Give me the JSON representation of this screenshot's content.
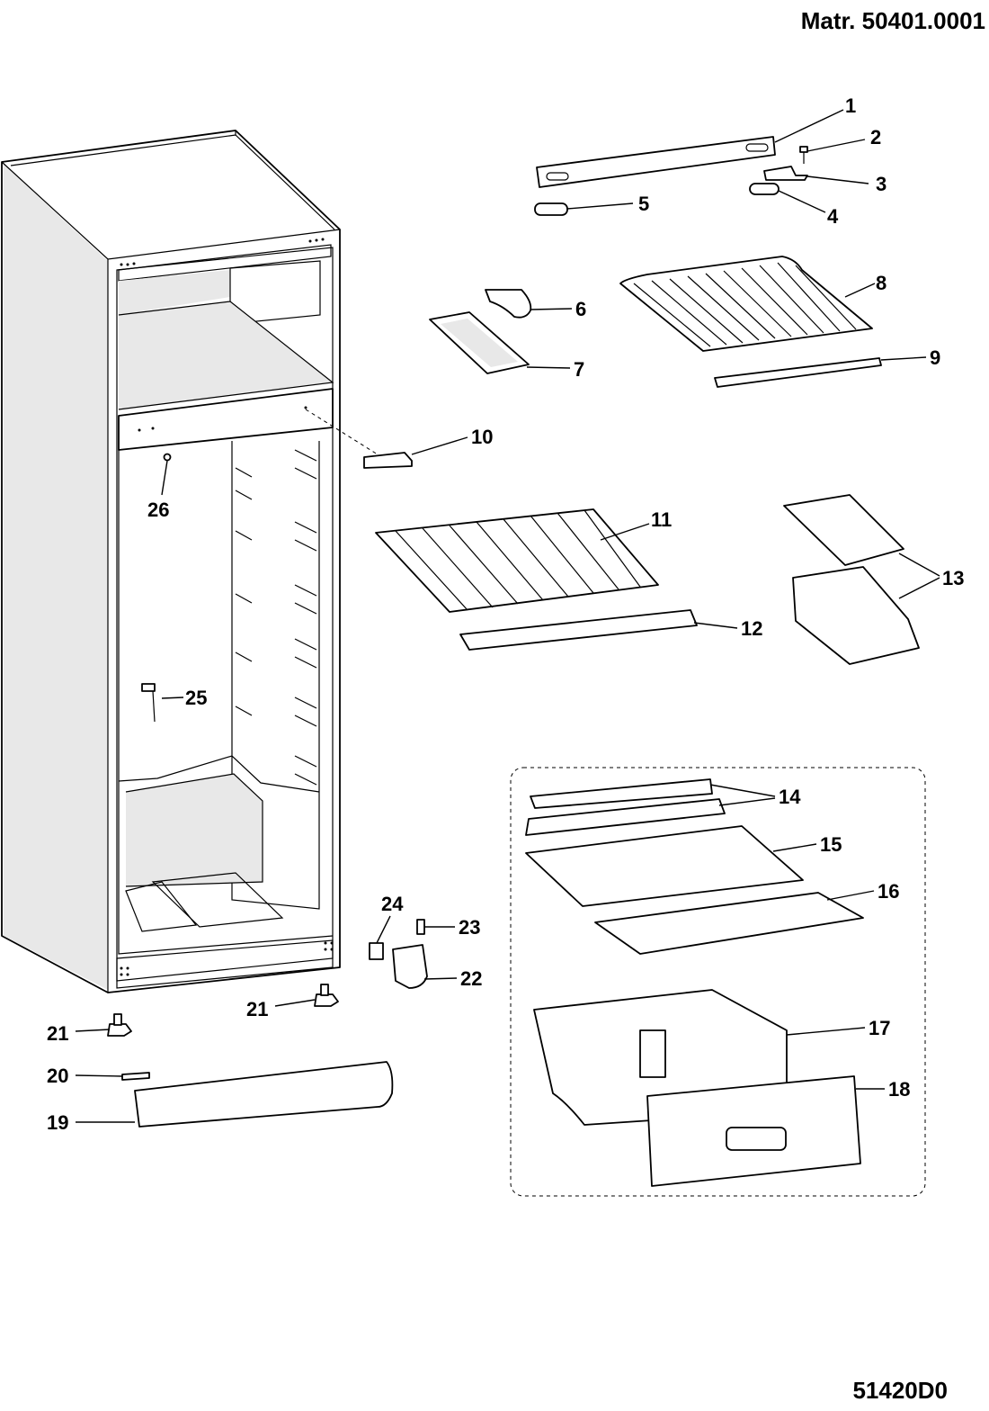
{
  "header": {
    "doc_id": "Matr. 50401.0001",
    "drawing_code": "51420D0"
  },
  "callouts": {
    "c1": "1",
    "c2": "2",
    "c3": "3",
    "c4": "4",
    "c5": "5",
    "c6": "6",
    "c7": "7",
    "c8": "8",
    "c9": "9",
    "c10": "10",
    "c11": "11",
    "c12": "12",
    "c13": "13",
    "c14": "14",
    "c15": "15",
    "c16": "16",
    "c17": "17",
    "c18": "18",
    "c19": "19",
    "c20": "20",
    "c21a": "21",
    "c21b": "21",
    "c22": "22",
    "c23": "23",
    "c24": "24",
    "c25": "25",
    "c26": "26"
  }
}
